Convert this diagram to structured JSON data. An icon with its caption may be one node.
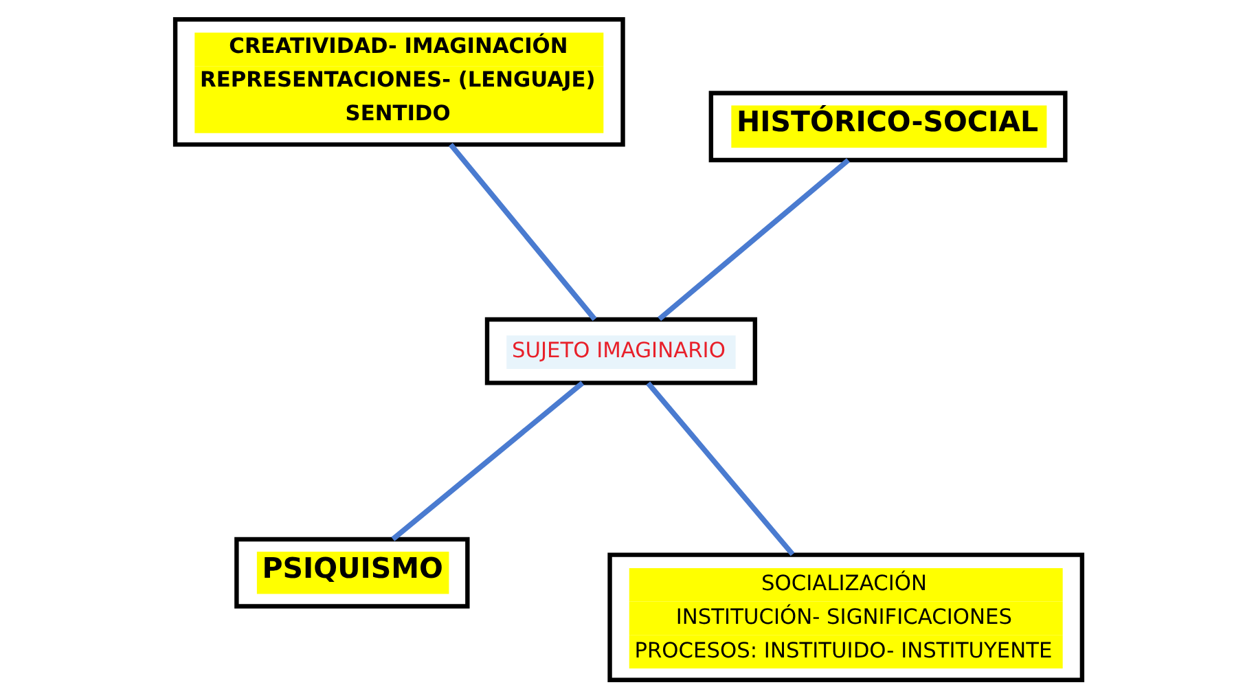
{
  "diagram": {
    "nodes": [
      {
        "text": [
          "PSIQUISMO"
        ]
      },
      {
        "text": [
          "SOCIALIZACIÓN",
          "INSTITUCIÓN- SIGNIFICACIONES",
          "PROCESOS: INSTITUIDO- INSTITUYENTE"
        ]
      },
      {
        "text": [
          "SUJETO IMAGINARIO"
        ]
      },
      {
        "text": [
          "CREATIVIDAD- IMAGINACIÓN",
          "REPRESENTACIONES- (LENGUAJE)",
          "SENTIDO"
        ]
      },
      {
        "text": [
          "HISTÓRICO-SOCIAL"
        ]
      }
    ],
    "edges": [
      {
        "from": 0,
        "to": 2,
        "arrow": "none"
      },
      {
        "from": 1,
        "to": 2,
        "arrow": "none"
      },
      {
        "from": 2,
        "to": 3,
        "arrow": "none"
      },
      {
        "from": 2,
        "to": 4,
        "arrow": "none"
      }
    ]
  }
}
